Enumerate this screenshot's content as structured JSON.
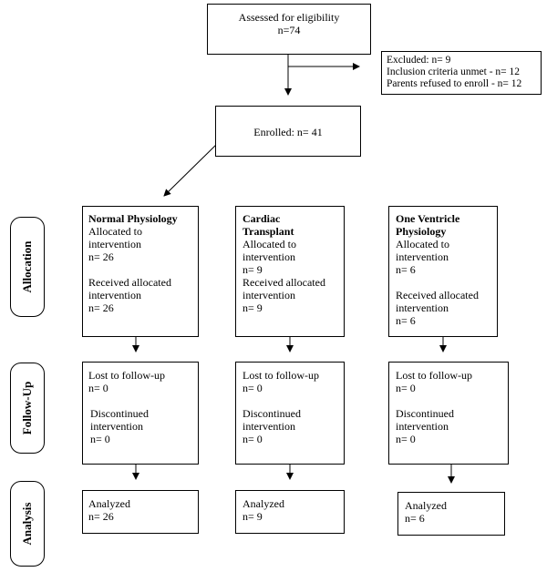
{
  "assessed": {
    "line1": "Assessed for eligibility",
    "line2": "n=74"
  },
  "excluded": {
    "line1": "Excluded:  n= 9",
    "line2": "Inclusion criteria unmet - n= 12",
    "line3": "Parents refused to enroll - n= 12"
  },
  "enrolled": {
    "text": "Enrolled: n= 41"
  },
  "stages": {
    "allocation": "Allocation",
    "followup": "Follow-Up",
    "analysis": "Analysis"
  },
  "groups": [
    {
      "name_line1": "Normal Physiology",
      "name_line2": "",
      "alloc": [
        "Allocated to",
        "intervention",
        "n= 26",
        "",
        "Received allocated",
        "intervention",
        "n= 26"
      ],
      "follow": [
        "Lost to follow-up",
        "n= 0",
        "",
        "Discontinued",
        "intervention",
        "n= 0"
      ],
      "analysis": [
        "Analyzed",
        "n= 26"
      ]
    },
    {
      "name_line1": "Cardiac",
      "name_line2": "Transplant",
      "alloc": [
        "Allocated to",
        "intervention",
        "n= 9",
        "Received allocated",
        "intervention",
        "n= 9"
      ],
      "follow": [
        "Lost to follow-up",
        "n= 0",
        "",
        "Discontinued",
        "intervention",
        "n= 0"
      ],
      "analysis": [
        "Analyzed",
        "n= 9"
      ]
    },
    {
      "name_line1": "One Ventricle",
      "name_line2": "Physiology",
      "alloc": [
        "Allocated to",
        "intervention",
        "n= 6",
        "",
        "Received allocated",
        "intervention",
        "n= 6"
      ],
      "follow": [
        "Lost to follow-up",
        "n= 0",
        "",
        "Discontinued",
        "intervention",
        "n= 0"
      ],
      "analysis": [
        "Analyzed",
        "n= 6"
      ]
    }
  ]
}
